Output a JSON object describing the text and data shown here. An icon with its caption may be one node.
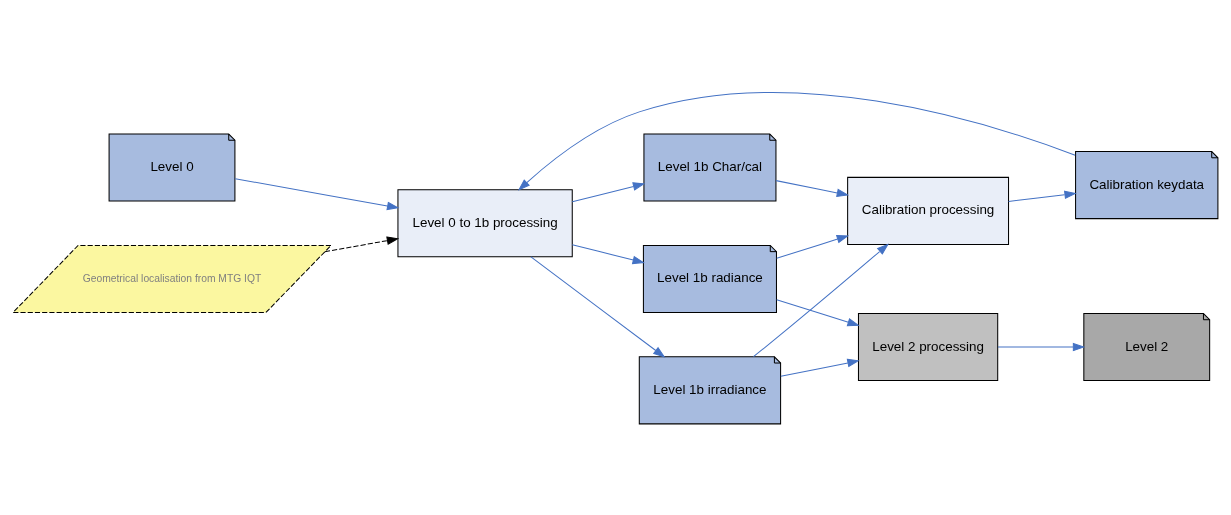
{
  "diagram": {
    "nodes": [
      {
        "text": [
          "Level 0"
        ]
      },
      {
        "text": [
          "Level 0 to 1b processing"
        ]
      },
      {
        "text": [
          "Geometrical localisation from MTG IQT"
        ]
      },
      {
        "text": [
          "Level 1b radiance"
        ]
      },
      {
        "text": [
          "Level 1b irradiance"
        ]
      },
      {
        "text": [
          "Level 1b Char/cal"
        ]
      },
      {
        "text": [
          "Calibration keydata"
        ]
      },
      {
        "text": [
          "Level 2 processing"
        ]
      },
      {
        "text": [
          "Level 2"
        ]
      },
      {
        "text": [
          "Calibration processing"
        ]
      }
    ],
    "edges": [
      {
        "from": 0,
        "to": 1,
        "arrow": "to"
      },
      {
        "from": 2,
        "to": 1,
        "arrow": "to",
        "style": "dashed",
        "color": "#000000"
      },
      {
        "from": 6,
        "to": 1,
        "arrow": "to"
      },
      {
        "from": 1,
        "to": 3,
        "arrow": "to"
      },
      {
        "from": 1,
        "to": 4,
        "arrow": "to"
      },
      {
        "from": 1,
        "to": 5,
        "arrow": "to"
      },
      {
        "from": 3,
        "to": 7,
        "arrow": "to"
      },
      {
        "from": 4,
        "to": 7,
        "arrow": "to"
      },
      {
        "from": 3,
        "to": 9,
        "arrow": "to"
      },
      {
        "from": 4,
        "to": 9,
        "arrow": "to"
      },
      {
        "from": 5,
        "to": 9,
        "arrow": "to"
      },
      {
        "from": 7,
        "to": 8,
        "arrow": "to"
      },
      {
        "from": 9,
        "to": 6,
        "arrow": "to"
      }
    ]
  }
}
